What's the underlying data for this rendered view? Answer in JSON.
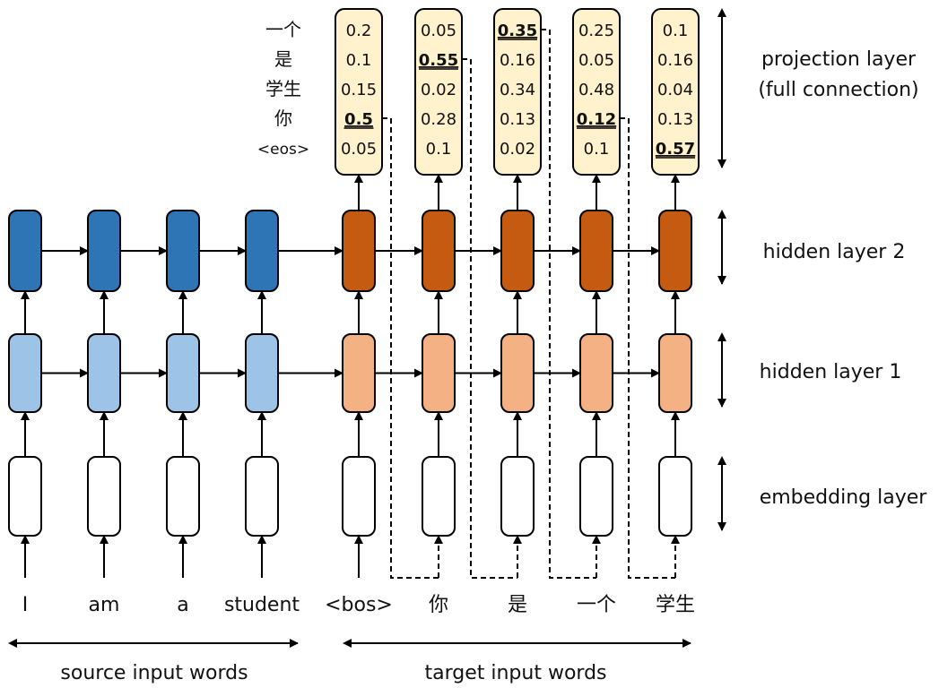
{
  "colors": {
    "source_hidden2": "#2E75B6",
    "source_hidden1": "#9DC3E6",
    "target_hidden2": "#C55A11",
    "target_hidden1": "#F4B183",
    "projection": "#FFF2CC",
    "embedding": "#FFFFFF"
  },
  "source_words": [
    "I",
    "am",
    "a",
    "student"
  ],
  "target_words": [
    "<bos>",
    "你",
    "是",
    "一个",
    "学生"
  ],
  "vocab": [
    "一个",
    "是",
    "学生",
    "你",
    "<eos>"
  ],
  "projection_values": [
    {
      "values": [
        "0.2",
        "0.1",
        "0.15",
        "0.5",
        "0.05"
      ],
      "max_index": 3
    },
    {
      "values": [
        "0.05",
        "0.55",
        "0.02",
        "0.28",
        "0.1"
      ],
      "max_index": 1
    },
    {
      "values": [
        "0.35",
        "0.16",
        "0.34",
        "0.13",
        "0.02"
      ],
      "max_index": 0
    },
    {
      "values": [
        "0.25",
        "0.05",
        "0.48",
        "0.12",
        "0.1"
      ],
      "max_index": 3
    },
    {
      "values": [
        "0.1",
        "0.16",
        "0.04",
        "0.13",
        "0.57"
      ],
      "max_index": 4
    }
  ],
  "layer_labels": {
    "projection": [
      "projection layer",
      "(full connection)"
    ],
    "hidden2": "hidden layer 2",
    "hidden1": "hidden layer 1",
    "embedding": "embedding layer"
  },
  "bottom_labels": {
    "source": "source input words",
    "target": "target input words"
  }
}
